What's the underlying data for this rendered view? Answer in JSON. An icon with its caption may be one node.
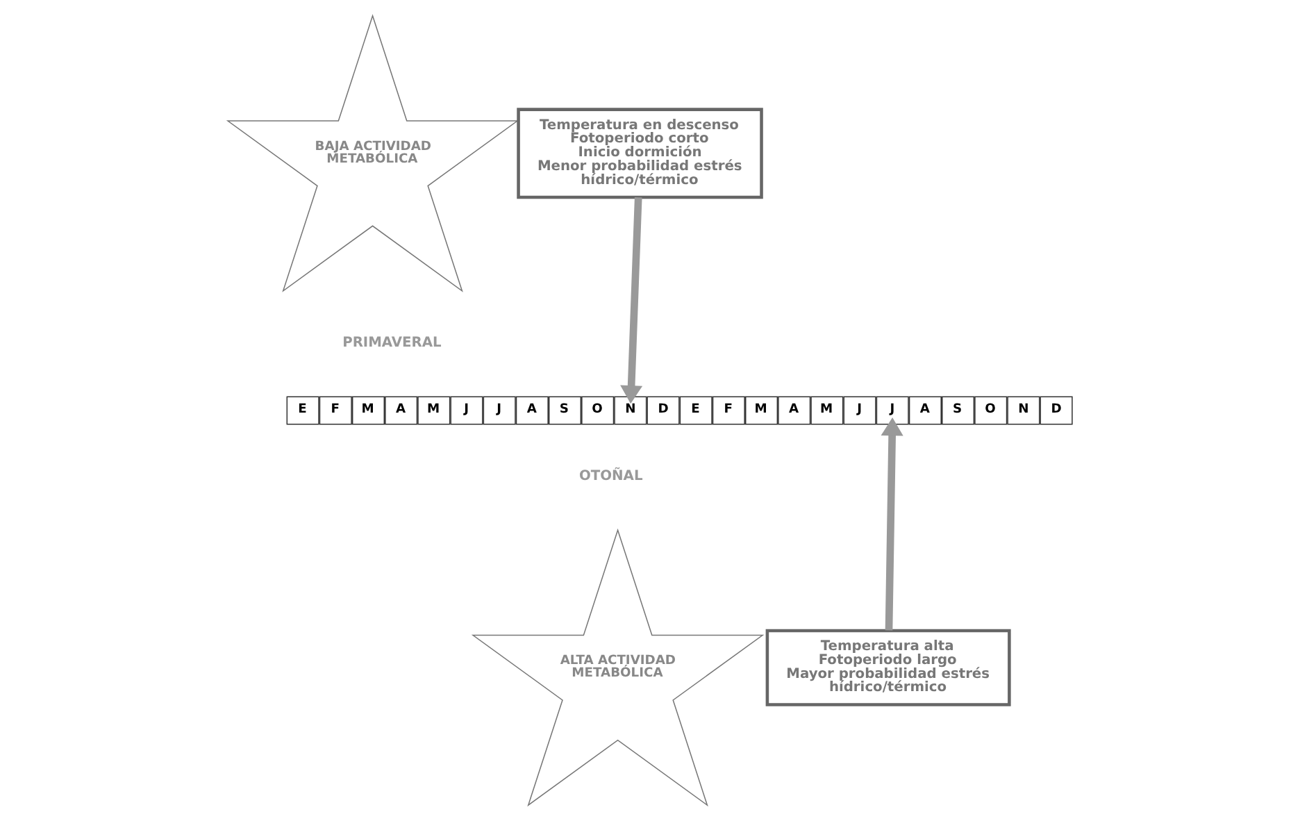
{
  "diagram": {
    "nodes": [
      {
        "text": [
          "BAJA ACTIVIDAD METABÓLICA"
        ]
      },
      {
        "text": [
          "Temperatura en descenso",
          "Fotoperiodo corto",
          "Inicio dormición",
          "Menor probabilidad estrés hídrico/térmico"
        ]
      },
      {
        "text": [
          "E"
        ]
      },
      {
        "text": [
          "F"
        ]
      },
      {
        "text": [
          "M"
        ]
      },
      {
        "text": [
          "A"
        ]
      },
      {
        "text": [
          "M"
        ]
      },
      {
        "text": [
          "J"
        ]
      },
      {
        "text": [
          "J"
        ]
      },
      {
        "text": [
          "A"
        ]
      },
      {
        "text": [
          "S"
        ]
      },
      {
        "text": [
          "O"
        ]
      },
      {
        "text": [
          "N"
        ]
      },
      {
        "text": [
          "D"
        ]
      },
      {
        "text": [
          "E"
        ]
      },
      {
        "text": [
          "F"
        ]
      },
      {
        "text": [
          "M"
        ]
      },
      {
        "text": [
          "A"
        ]
      },
      {
        "text": [
          "M"
        ]
      },
      {
        "text": [
          "J"
        ]
      },
      {
        "text": [
          "J"
        ]
      },
      {
        "text": [
          "A"
        ]
      },
      {
        "text": [
          "S"
        ]
      },
      {
        "text": [
          "O"
        ]
      },
      {
        "text": [
          "N"
        ]
      },
      {
        "text": [
          "D"
        ]
      },
      {
        "text": [
          "ALTA ACTIVIDAD METABÓLICA"
        ]
      },
      {
        "text": [
          "Temperatura alta",
          "Fotoperiodo largo",
          "Mayor probabilidad estrés hídrico/térmico"
        ]
      }
    ],
    "edges": [
      {
        "from": 1,
        "to": 12,
        "arrow": "to"
      },
      {
        "from": 27,
        "to": 20,
        "arrow": "to"
      }
    ],
    "labels": [
      "PRIMAVERAL",
      "OTOÑAL"
    ]
  }
}
